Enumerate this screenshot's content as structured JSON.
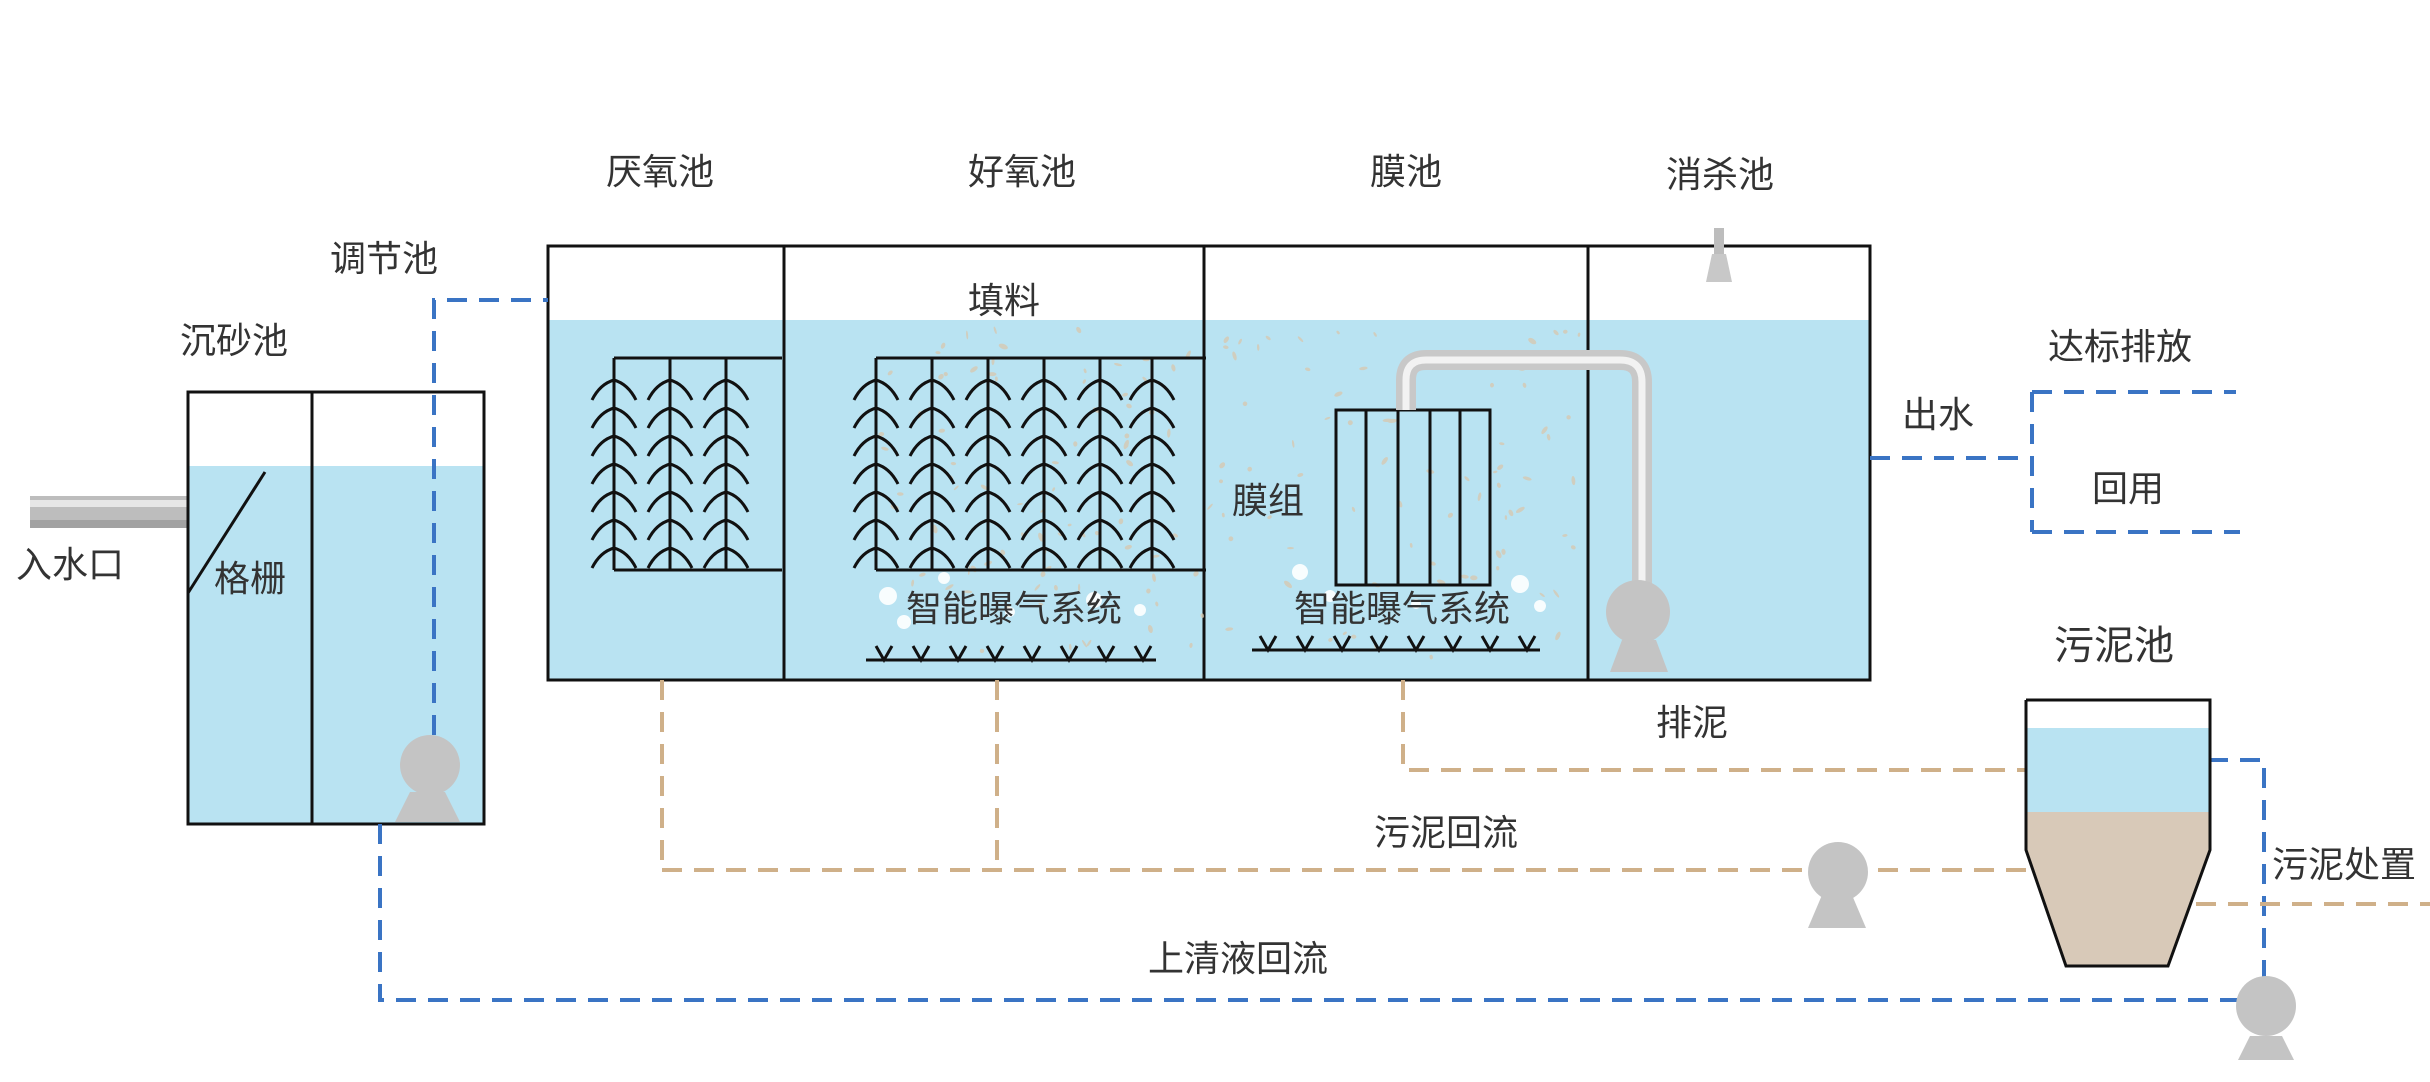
{
  "colors": {
    "water": "#b9e3f2",
    "sludge": "#d8c9b8",
    "tank_outline": "#111111",
    "water_line": "#3a74c4",
    "sludge_line": "#cfb089",
    "pump": "#c4c4c4",
    "pipe": "#b5b5b5",
    "label": "#333333"
  },
  "labels": {
    "inlet": "入水口",
    "grit_chamber": "沉砂池",
    "screen": "格栅",
    "regulating_tank": "调节池",
    "anaerobic_tank": "厌氧池",
    "aerobic_tank": "好氧池",
    "filler": "填料",
    "membrane_tank": "膜池",
    "membrane_module": "膜组",
    "aeration_system_aerobic": "智能曝气系统",
    "aeration_system_membrane": "智能曝气系统",
    "disinfection_tank": "消杀池",
    "effluent": "出水",
    "discharge_standard": "达标排放",
    "reuse": "回用",
    "sludge_discharge": "排泥",
    "sludge_tank": "污泥池",
    "sludge_return": "污泥回流",
    "sludge_disposal": "污泥处置",
    "supernatant_return": "上清液回流"
  }
}
